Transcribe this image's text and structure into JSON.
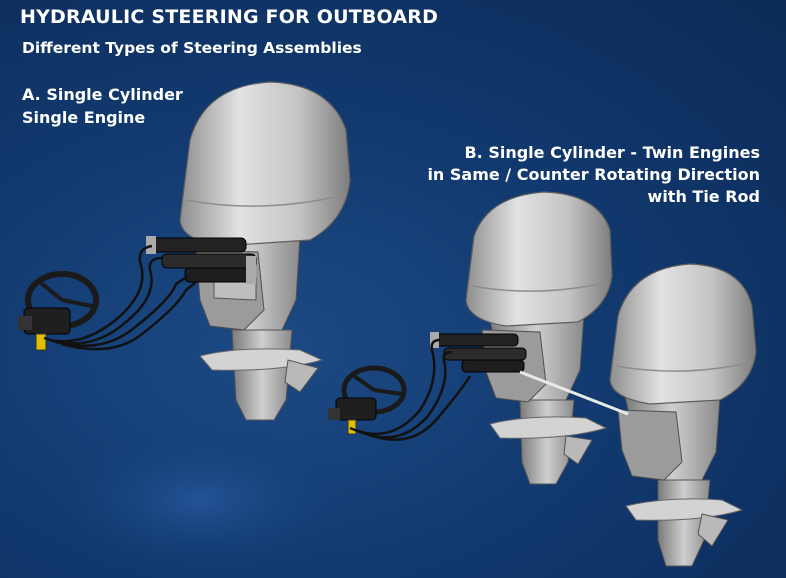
{
  "header": {
    "title": "HYDRAULIC STEERING FOR OUTBOARD",
    "subtitle": "Different Types of Steering Assemblies"
  },
  "assemblies": [
    {
      "line1": "A. Single Cylinder",
      "line2": "Single Engine"
    },
    {
      "line1": "B. Single Cylinder - Twin Engines",
      "line2": "in Same / Counter Rotating Direction",
      "line3": "with Tie Rod"
    }
  ],
  "colors": {
    "background": "#123a70",
    "engine_cowl": "#c9c9c9",
    "text": "#ffffff",
    "hose": "#1a1a1a"
  }
}
